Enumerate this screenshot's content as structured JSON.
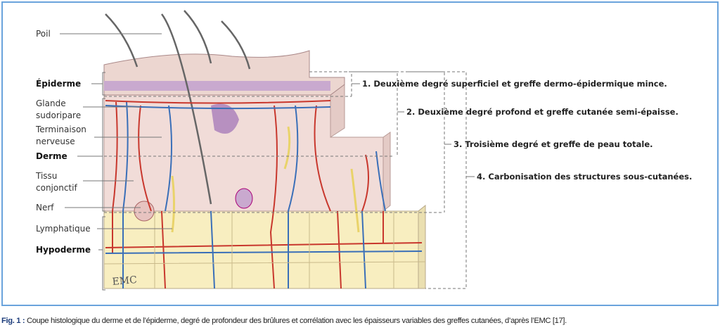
{
  "labels_left": {
    "poil": "Poil",
    "epiderme": "Épiderme",
    "glande_1": "Glande",
    "glande_2": "sudoripare",
    "terminaison_1": "Terminaison",
    "terminaison_2": "nerveuse",
    "derme": "Derme",
    "tissu_1": "Tissu",
    "tissu_2": "conjonctif",
    "nerf": "Nerf",
    "lymphatique": "Lymphatique",
    "hypoderme": "Hypoderme"
  },
  "labels_right": [
    "1. Deuxième degré superficiel et greffe dermo-épidermique mince.",
    "2. Deuxième degré profond et greffe cutanée semi-épaisse.",
    "3. Troisième degré et greffe de peau totale.",
    "4. Carbonisation des structures sous-cutanées."
  ],
  "watermark": "EMC",
  "caption": {
    "prefix": "Fig. 1 :",
    "text": " Coupe histologique du derme et de l’épiderme, degré de profondeur des brûlures et corrélation avec les épaisseurs variables des greffes cutanées, d’après l’EMC [17]."
  },
  "colors": {
    "frame": "#6aa3dc",
    "artery": "#c8372d",
    "vein": "#3a6fb8",
    "dermis": "#f1dcd8",
    "hypodermis": "#f8eec0",
    "epidermis": "#c9a9cf"
  }
}
